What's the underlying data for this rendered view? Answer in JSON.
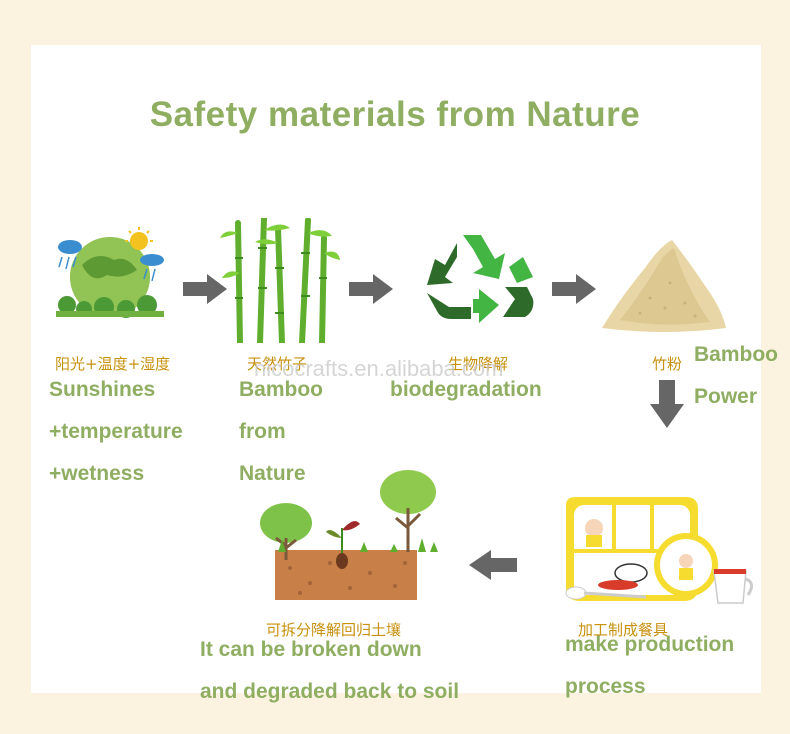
{
  "title": "Safety materials from Nature",
  "watermark": "nicocrafts.en.alibaba.com",
  "steps": [
    {
      "cn": "阳光+温度+湿度",
      "en": [
        "Sunshines",
        "+temperature",
        "+wetness"
      ]
    },
    {
      "cn": "天然竹子",
      "en": [
        "Bamboo",
        "from",
        "Nature"
      ]
    },
    {
      "cn": "生物降解",
      "en": [
        "biodegradation"
      ]
    },
    {
      "cn": "竹粉",
      "en": [
        "Bamboo",
        "Power"
      ]
    },
    {
      "cn": "加工制成餐具",
      "en": [
        "make production",
        "process"
      ]
    },
    {
      "cn": "可拆分降解回归土壤",
      "en": [
        "It can be broken down",
        "and degraded back to soil"
      ]
    }
  ],
  "colors": {
    "title": "#8fae62",
    "chinese": "#c7900d",
    "arrow": "#666666",
    "recycle_dark": "#2e6b2b",
    "recycle_light": "#43b543",
    "bamboo": "#5fae2e"
  }
}
